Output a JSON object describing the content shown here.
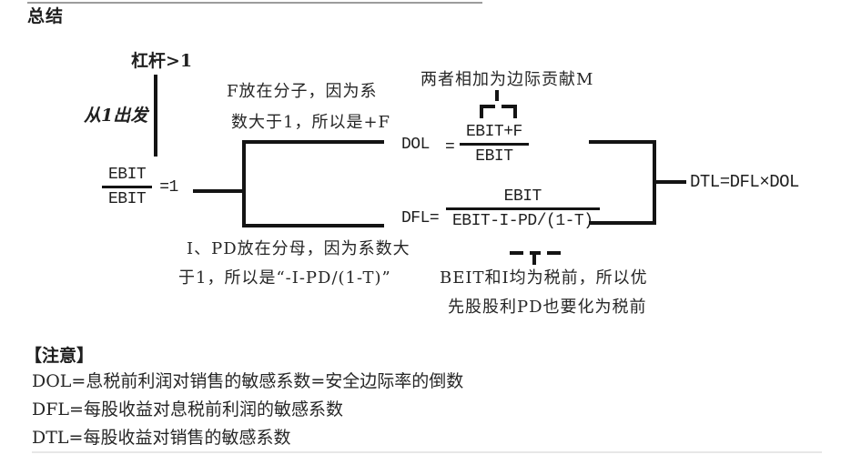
{
  "page": {
    "title": "总结"
  },
  "diagram": {
    "start": {
      "lever_label": "杠杆>1",
      "from_one_label": "从1出发",
      "base_fraction": {
        "numerator": "EBIT",
        "denominator": "EBIT",
        "equals": "=1"
      }
    },
    "dol": {
      "label": "DOL",
      "equals": "=",
      "fraction": {
        "numerator": "EBIT+F",
        "denominator": "EBIT"
      },
      "note_numerator_line1": "F放在分子，因为系",
      "note_numerator_line2": "数大于1，所以是+F",
      "note_margin": "两者相加为边际贡献M"
    },
    "dfl": {
      "label": "DFL=",
      "fraction": {
        "numerator": "EBIT",
        "denominator": "EBIT-I-PD/(1-T)"
      },
      "note_denominator_line1": "I、PD放在分母，因为系数大",
      "note_denominator_line2": "于1，所以是“-I-PD/(1-T)”",
      "note_pretax_line1": "BEIT和I均为税前，所以优",
      "note_pretax_line2": "先股股利PD也要化为税前"
    },
    "dtl": {
      "formula": "DTL=DFL×DOL"
    }
  },
  "notes": {
    "header": "【注意】",
    "lines": [
      "DOL=息税前利润对销售的敏感系数=安全边际率的倒数",
      "DFL=每股收益对息税前利润的敏感系数",
      "DTL=每股收益对销售的敏感系数"
    ]
  },
  "colors": {
    "ink": "#141414",
    "rule_gray": "#9c9c9c"
  }
}
